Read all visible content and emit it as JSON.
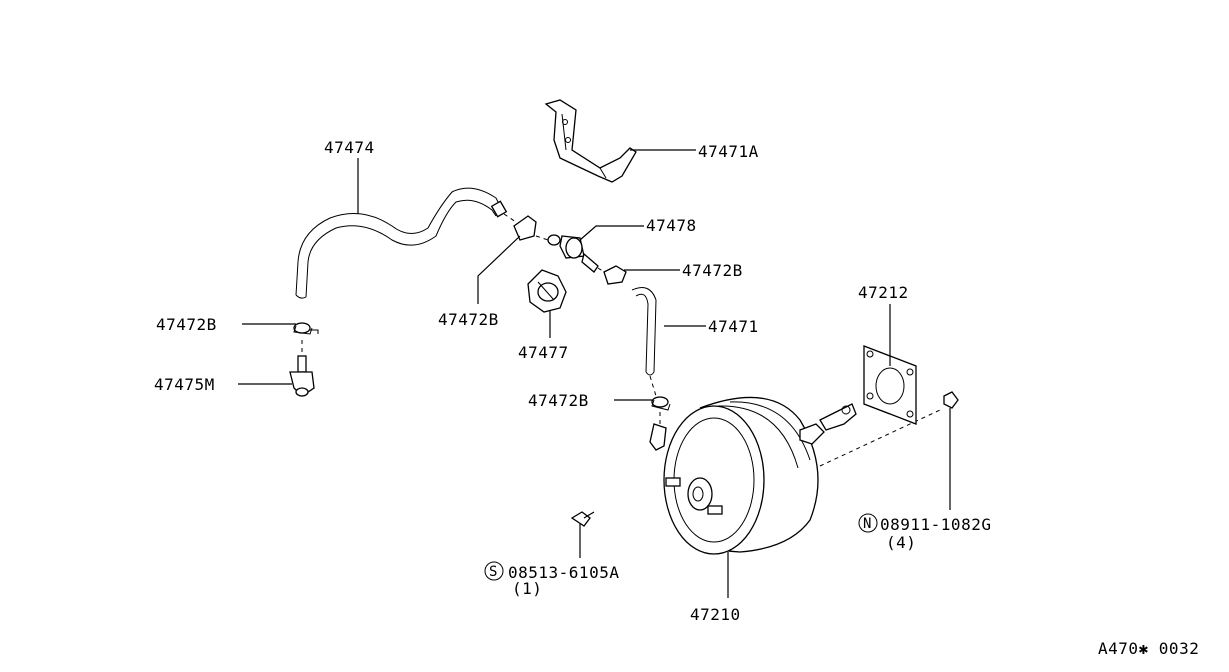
{
  "labels": {
    "hose_main": "47474",
    "bracket": "47471A",
    "valve": "47478",
    "clamp_right": "47472B",
    "clamp_mid": "47472B",
    "clamp_left": "47472B",
    "clamp_low": "47472B",
    "hose_short": "47471",
    "connector": "47475M",
    "holder": "47477",
    "gasket": "47212",
    "booster": "47210",
    "nut_part": "08911-1082G",
    "nut_qty": "(4)",
    "nut_prefix": "N",
    "screw_part": "08513-6105A",
    "screw_qty": "(1)",
    "screw_prefix": "S",
    "figure_code": "A470✱ 0032"
  }
}
